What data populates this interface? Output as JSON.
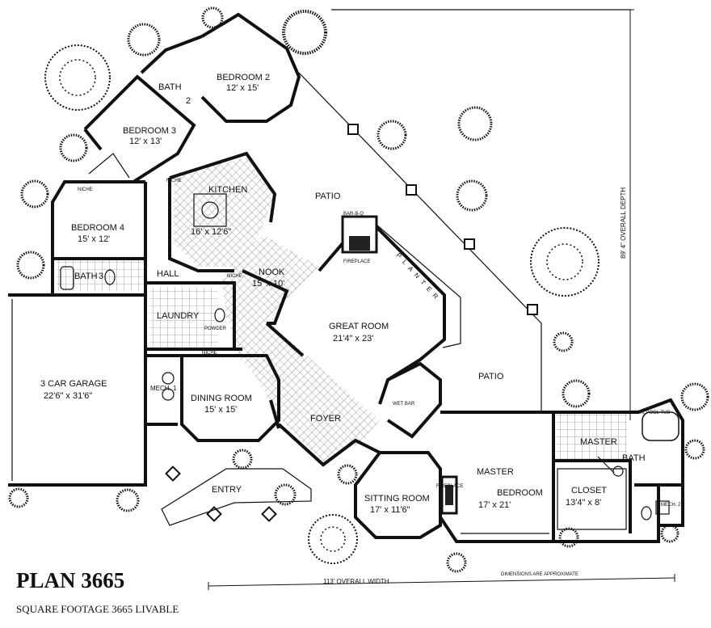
{
  "plan": {
    "title": "PLAN 3665",
    "square_footage": "SQUARE FOOTAGE 3665 LIVABLE",
    "overall_width": "113'   OVERALL   WIDTH",
    "overall_depth": "89' 4\"  OVERALL  DEPTH",
    "dimensions_note": "DIMENSIONS ARE APPROXIMATE"
  },
  "rooms": {
    "bedroom2": {
      "name": "BEDROOM 2",
      "size": "12' x 15'"
    },
    "bath2": {
      "name": "BATH",
      "num": "2"
    },
    "bedroom3": {
      "name": "BEDROOM 3",
      "size": "12' x 13'"
    },
    "bedroom4": {
      "name": "BEDROOM 4",
      "size": "15' x 12'"
    },
    "bath3": {
      "name": "BATH",
      "num": "3"
    },
    "kitchen": {
      "name": "KITCHEN",
      "size": "16' x 12'6\""
    },
    "nook": {
      "name": "NOOK",
      "size": "15' x 10'"
    },
    "hall": {
      "name": "HALL"
    },
    "laundry": {
      "name": "LAUNDRY"
    },
    "powder": {
      "name": "POWDER"
    },
    "great_room": {
      "name": "GREAT ROOM",
      "size": "21'4\" x 23'"
    },
    "garage": {
      "name": "3 CAR GARAGE",
      "size": "22'6\" x 31'6\""
    },
    "mech1": {
      "name": "MECH. 1"
    },
    "dining": {
      "name": "DINING ROOM",
      "size": "15' x 15'"
    },
    "foyer": {
      "name": "FOYER"
    },
    "entry": {
      "name": "ENTRY"
    },
    "wet_bar": {
      "name": "WET BAR"
    },
    "sitting": {
      "name": "SITTING ROOM",
      "size": "17' x 11'6\""
    },
    "master_bed": {
      "name": "MASTER",
      "name2": "BEDROOM",
      "size": "17' x 21'"
    },
    "master_bath": {
      "name": "MASTER",
      "name2": "BATH"
    },
    "closet": {
      "name": "CLOSET",
      "size": "13'4\" x 8'"
    },
    "mech2": {
      "name": "MECH. 2"
    },
    "whirlpool": {
      "name": "WHIRLPOOL TUB"
    }
  },
  "labels": {
    "patio1": "PATIO",
    "patio2": "PATIO",
    "planter": "PLANTER",
    "bbq": "BAR-B-Q",
    "fireplace1": "FIREPLACE",
    "fireplace2": "FIREPLACE",
    "niche1": "NICHE",
    "niche2": "NICHE",
    "niche3": "NICHE",
    "niche4": "NICHE"
  }
}
